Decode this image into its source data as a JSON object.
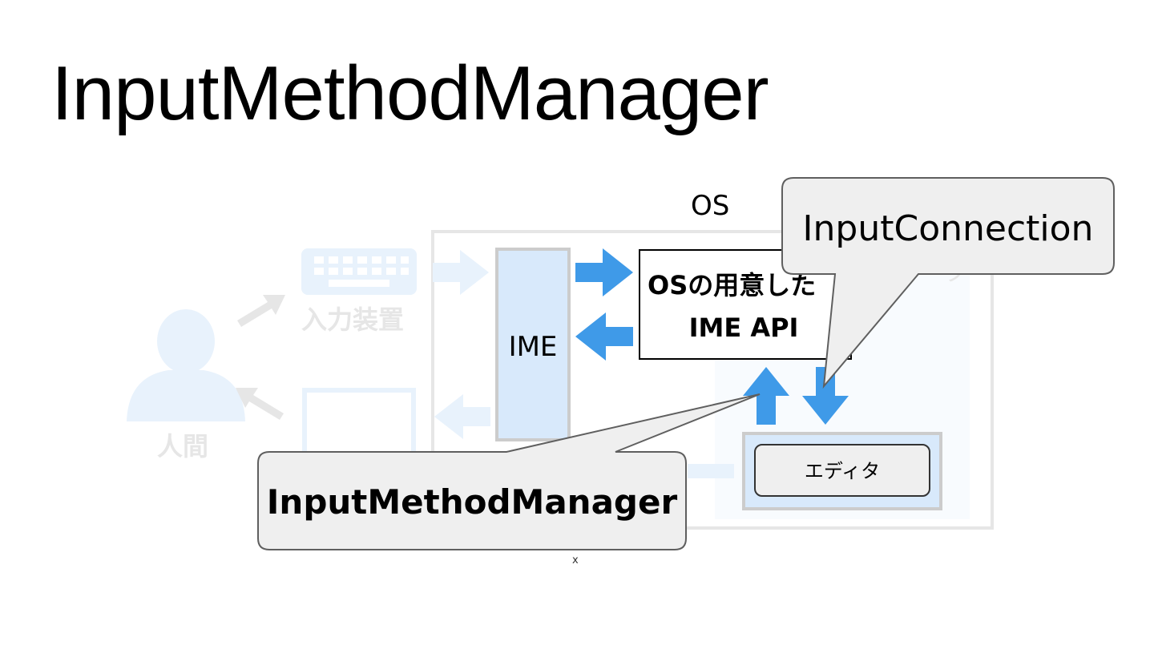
{
  "title": "InputMethodManager",
  "diagram": {
    "os_label": "OS",
    "ime_label": "IME",
    "api_box_line1": "OSの用意した",
    "api_box_line2": "IME API",
    "editor_label": "エディタ",
    "input_device_label": "入力装置",
    "human_label": "人間",
    "callout_input_connection": "InputConnection",
    "callout_input_method_manager": "InputMethodManager",
    "colors": {
      "arrow_blue": "#3f9ae8",
      "faded_blue": "#e8f2fc",
      "ime_fill": "#d8e9fb",
      "faded_gray": "#e6e6e6",
      "callout_fill": "#efefef",
      "callout_stroke": "#5f5f5f"
    },
    "icons": [
      "person-icon",
      "keyboard-icon",
      "monitor-icon",
      "arrow-right-icon",
      "arrow-left-icon",
      "arrow-up-icon",
      "arrow-down-icon"
    ]
  },
  "footer_mark": "x"
}
